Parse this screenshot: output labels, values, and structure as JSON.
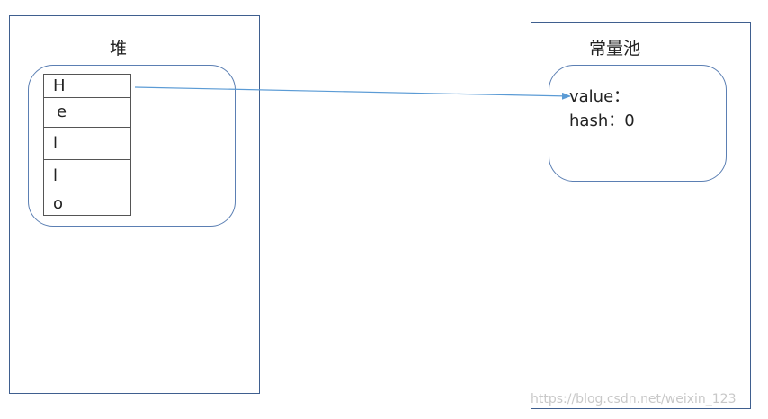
{
  "heap": {
    "title": "堆",
    "chars": [
      "H",
      "e",
      "l",
      "l",
      "o"
    ]
  },
  "pool": {
    "title": "常量池",
    "value_label": "value：",
    "hash_label": "hash：0"
  },
  "watermark": "https://blog.csdn.net/weixin_123",
  "colors": {
    "border": "#3f5f8f",
    "rounded_border": "#5b7fb3",
    "arrow": "#5b9bd5"
  }
}
